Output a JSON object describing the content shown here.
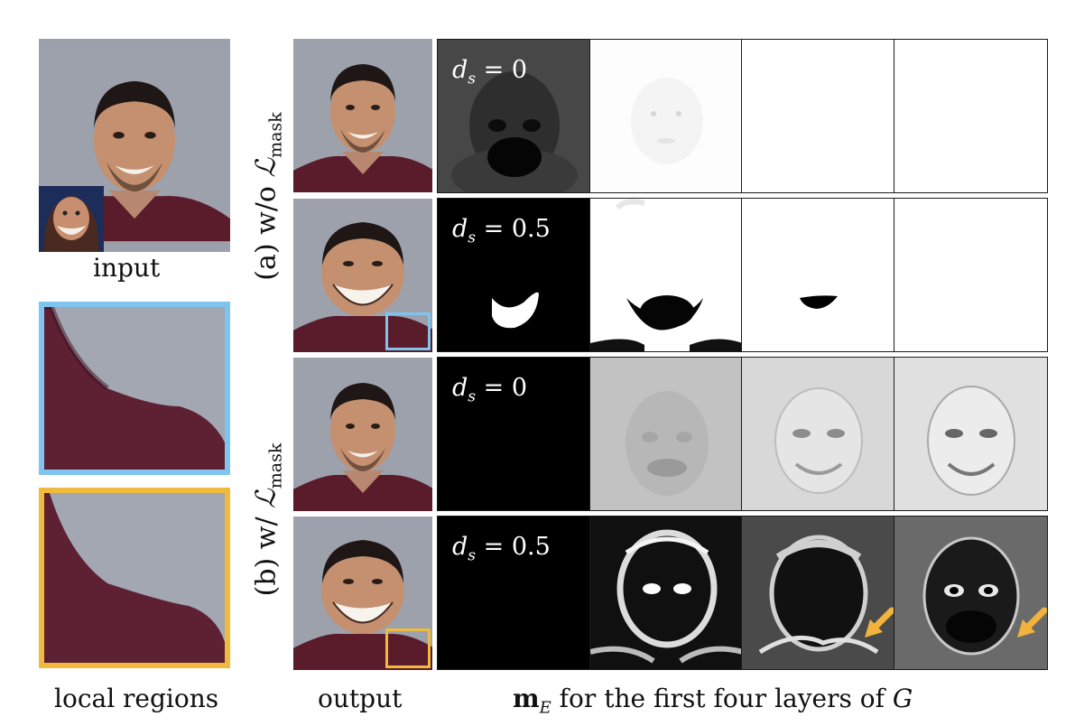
{
  "labels": {
    "input": "input",
    "local_regions": "local regions",
    "output": "output",
    "caption_bold": "m",
    "caption_sub": "E",
    "caption_rest": " for the first four layers of ",
    "caption_g": "G"
  },
  "rows": {
    "a_label_prefix": "(a) w/o ",
    "b_label_prefix": "(b) w/ ",
    "loss_symbol": "ℒ",
    "loss_sub": "mask"
  },
  "ds": {
    "sym": "d",
    "sub": "s",
    "row1": " = 0",
    "row2": " = 0.5",
    "row3": " = 0",
    "row4": " = 0.5"
  },
  "colors": {
    "blue_box": "#7ec4ee",
    "yellow_box": "#f0bb3c",
    "arrow": "#f1b33b",
    "shirt": "#5a1b2a",
    "background_gray": "#9ba0ab"
  }
}
